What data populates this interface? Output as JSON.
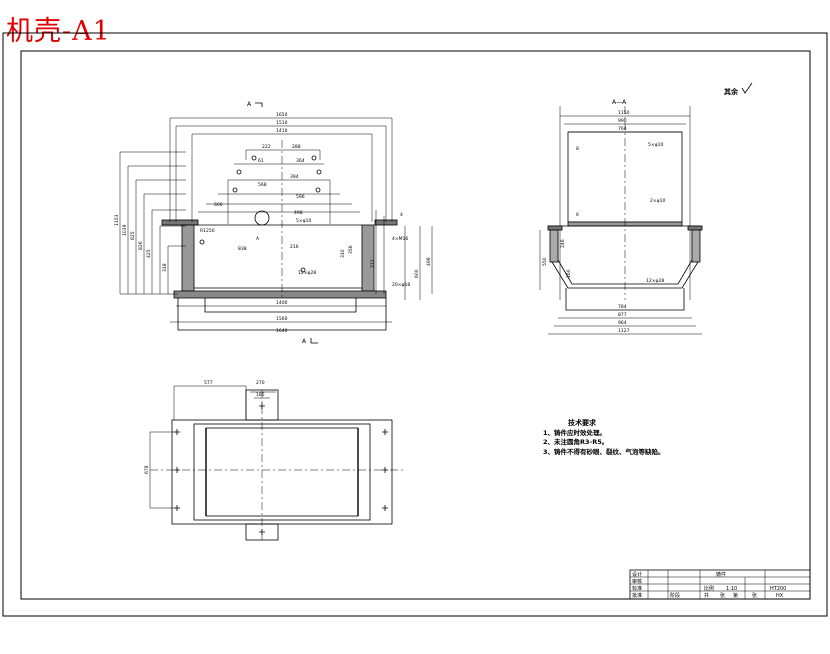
{
  "sheet_title": "机壳-A1",
  "roughness_note": "其余",
  "front_view": {
    "section_mark_top": "A",
    "section_mark_bottom": "A",
    "dims_h": [
      "1650",
      "1510",
      "1410",
      "222",
      "288",
      "61",
      "364",
      "394",
      "568",
      "596",
      "600",
      "498",
      "1400",
      "1560",
      "1640",
      "838",
      "216"
    ],
    "dims_v": [
      "1153",
      "1039",
      "825",
      "826",
      "425",
      "318",
      "310",
      "356",
      "212",
      "600",
      "496"
    ],
    "labels": [
      "A",
      "5×φ10",
      "4",
      "4×M16",
      "20×φ18",
      "12×φ28",
      "R1250"
    ]
  },
  "section_view": {
    "title": "A—A",
    "dims_top": [
      "1150",
      "990",
      "764"
    ],
    "dims_bottom": [
      "784",
      "877",
      "964",
      "1127"
    ],
    "dims_side": [
      "550",
      "246",
      "160"
    ],
    "labels": [
      "5×φ10",
      "2×φ10",
      "8",
      "6",
      "12×φ28"
    ]
  },
  "plan_view": {
    "dims_top": [
      "577",
      "270",
      "185"
    ],
    "dims_side": [
      "678"
    ]
  },
  "tech_req": {
    "title": "技术要求",
    "items": [
      "1、铸件应时效处理。",
      "2、未注圆角R3-R5。",
      "3、铸件不得有砂眼、裂纹、气泡等缺陷。"
    ]
  },
  "title_block": {
    "part_name": "铸件",
    "scale_label": "比例",
    "scale_value": "1:10",
    "material": "HT200",
    "row_labels": [
      "设计",
      "审核",
      "标准",
      "批准"
    ],
    "bottom_labels": [
      "阶段",
      "共",
      "张",
      "第",
      "张"
    ],
    "code": "HX"
  }
}
